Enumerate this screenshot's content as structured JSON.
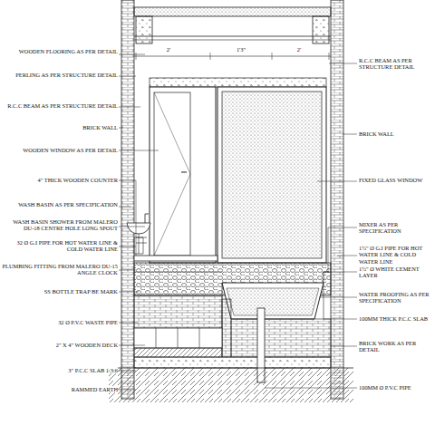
{
  "diagram": {
    "labels": [
      "WOODEN FLOORING AS PER DETAIL",
      "PERLING AS PER STRUCTURE DETAIL",
      "R.C.C BEAM AS PER STRUCTURE DETAIL",
      "BRICK WALL",
      "WOODEN WINDOW AS PER DETAIL",
      "4\" THICK WOODEN COUNTER",
      "WASH BASIN AS PER SPECIFICATION",
      "WASH BASIN SHOWER FROM MALERO DU-18 CENTRE HOLE LONG SPOUT",
      "32 Ø G.I PIPE FOR HOT WATER LINE & COLD WATER LINE",
      "PLUMBING FITTING FROM MALERO DU-15 ANGLE CLOCK",
      "SS BOTTLE TRAP BE MARK",
      "32 Ø P.V.C WASTE PIPE",
      "2\" X 4\" WOODEN DECK",
      "3\" P.C.C SLAB 1:3:6",
      "RAMMED EARTH",
      "R.C.C BEAM AS PER STRUCTURE DETAIL",
      "BRICK WALL",
      "FIXED GLASS WINDOW",
      "MIXER AS PER SPECIFICATION",
      "1½\" Ø G.I PIPE FOR HOT WATER LINE & COLD WATER LINE",
      "1½\" Ø WHITE CEMENT LAYER",
      "WATER PROOFING AS PER SPECIFICATION",
      "100MM THICK P.C.C SLAB",
      "BRICK WORK AS PER DETAIL",
      "100MM Ø P.V.C PIPE",
      "2'",
      "1'3\"",
      "2'"
    ]
  }
}
